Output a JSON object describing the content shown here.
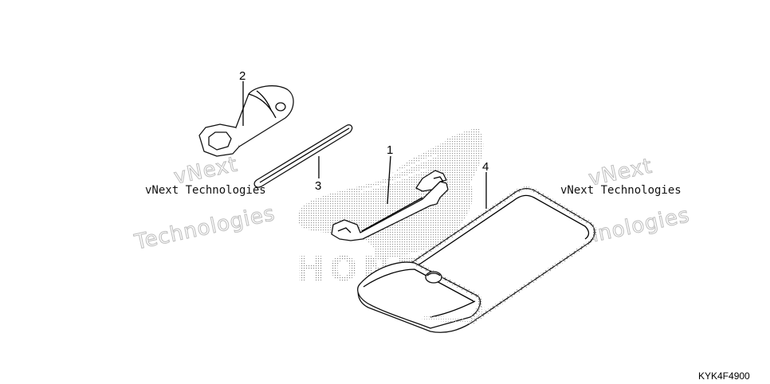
{
  "diagram": {
    "callouts": [
      {
        "number": "1",
        "part": "wrench"
      },
      {
        "number": "2",
        "part": "spark-plug-socket"
      },
      {
        "number": "3",
        "part": "handle-bar"
      },
      {
        "number": "4",
        "part": "tool-case"
      }
    ],
    "figure_code": "KYK4F4900"
  },
  "watermarks": {
    "text_left": "vNext Technologies",
    "text_right": "vNext Technologies",
    "outline_left_line1": "vNext",
    "outline_left_line2": "Technologies",
    "outline_right_line1": "vNext",
    "outline_right_line2": "Technologies",
    "logo_text": "HONDA"
  }
}
